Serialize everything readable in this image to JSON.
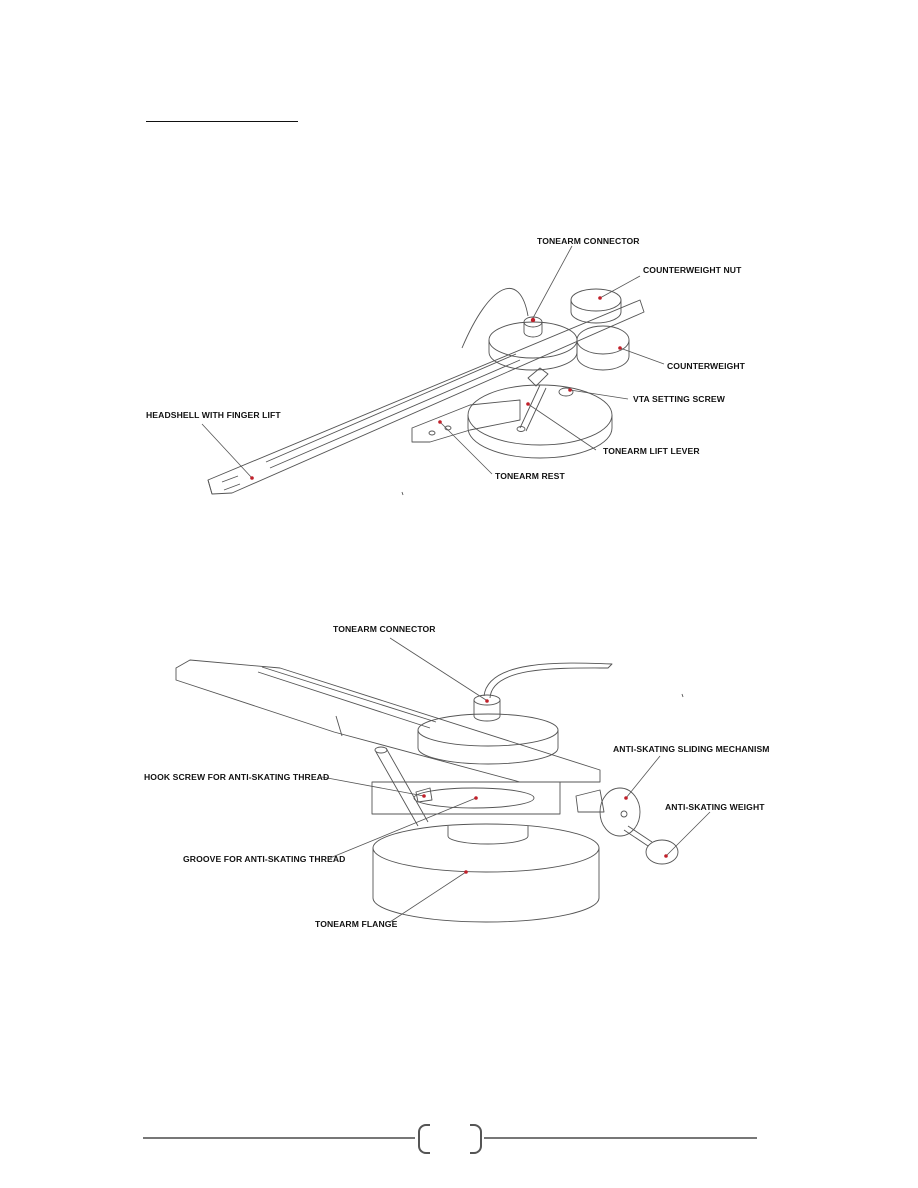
{
  "page": {
    "heading": "",
    "page_number": ""
  },
  "figure_top": {
    "labels": {
      "tonearm_connector": "TONEARM CONNECTOR",
      "counterweight_nut": "COUNTERWEIGHT NUT",
      "counterweight": "COUNTERWEIGHT",
      "vta_setting_screw": "VTA SETTING SCREW",
      "tonearm_lift_lever": "TONEARM LIFT LEVER",
      "tonearm_rest": "TONEARM REST",
      "headshell_with_finger_lift": "HEADSHELL WITH FINGER LIFT"
    }
  },
  "figure_bottom": {
    "labels": {
      "tonearm_connector": "TONEARM CONNECTOR",
      "anti_skating_sliding_mechanism": "ANTI-SKATING SLIDING MECHANISM",
      "anti_skating_weight": "ANTI-SKATING WEIGHT",
      "hook_screw": "HOOK SCREW FOR ANTI-SKATING THREAD",
      "groove": "GROOVE FOR ANTI-SKATING THREAD",
      "tonearm_flange": "TONEARM FLANGE"
    }
  },
  "colors": {
    "line": "#555555",
    "marker": "#c0202a",
    "text": "#111111"
  }
}
